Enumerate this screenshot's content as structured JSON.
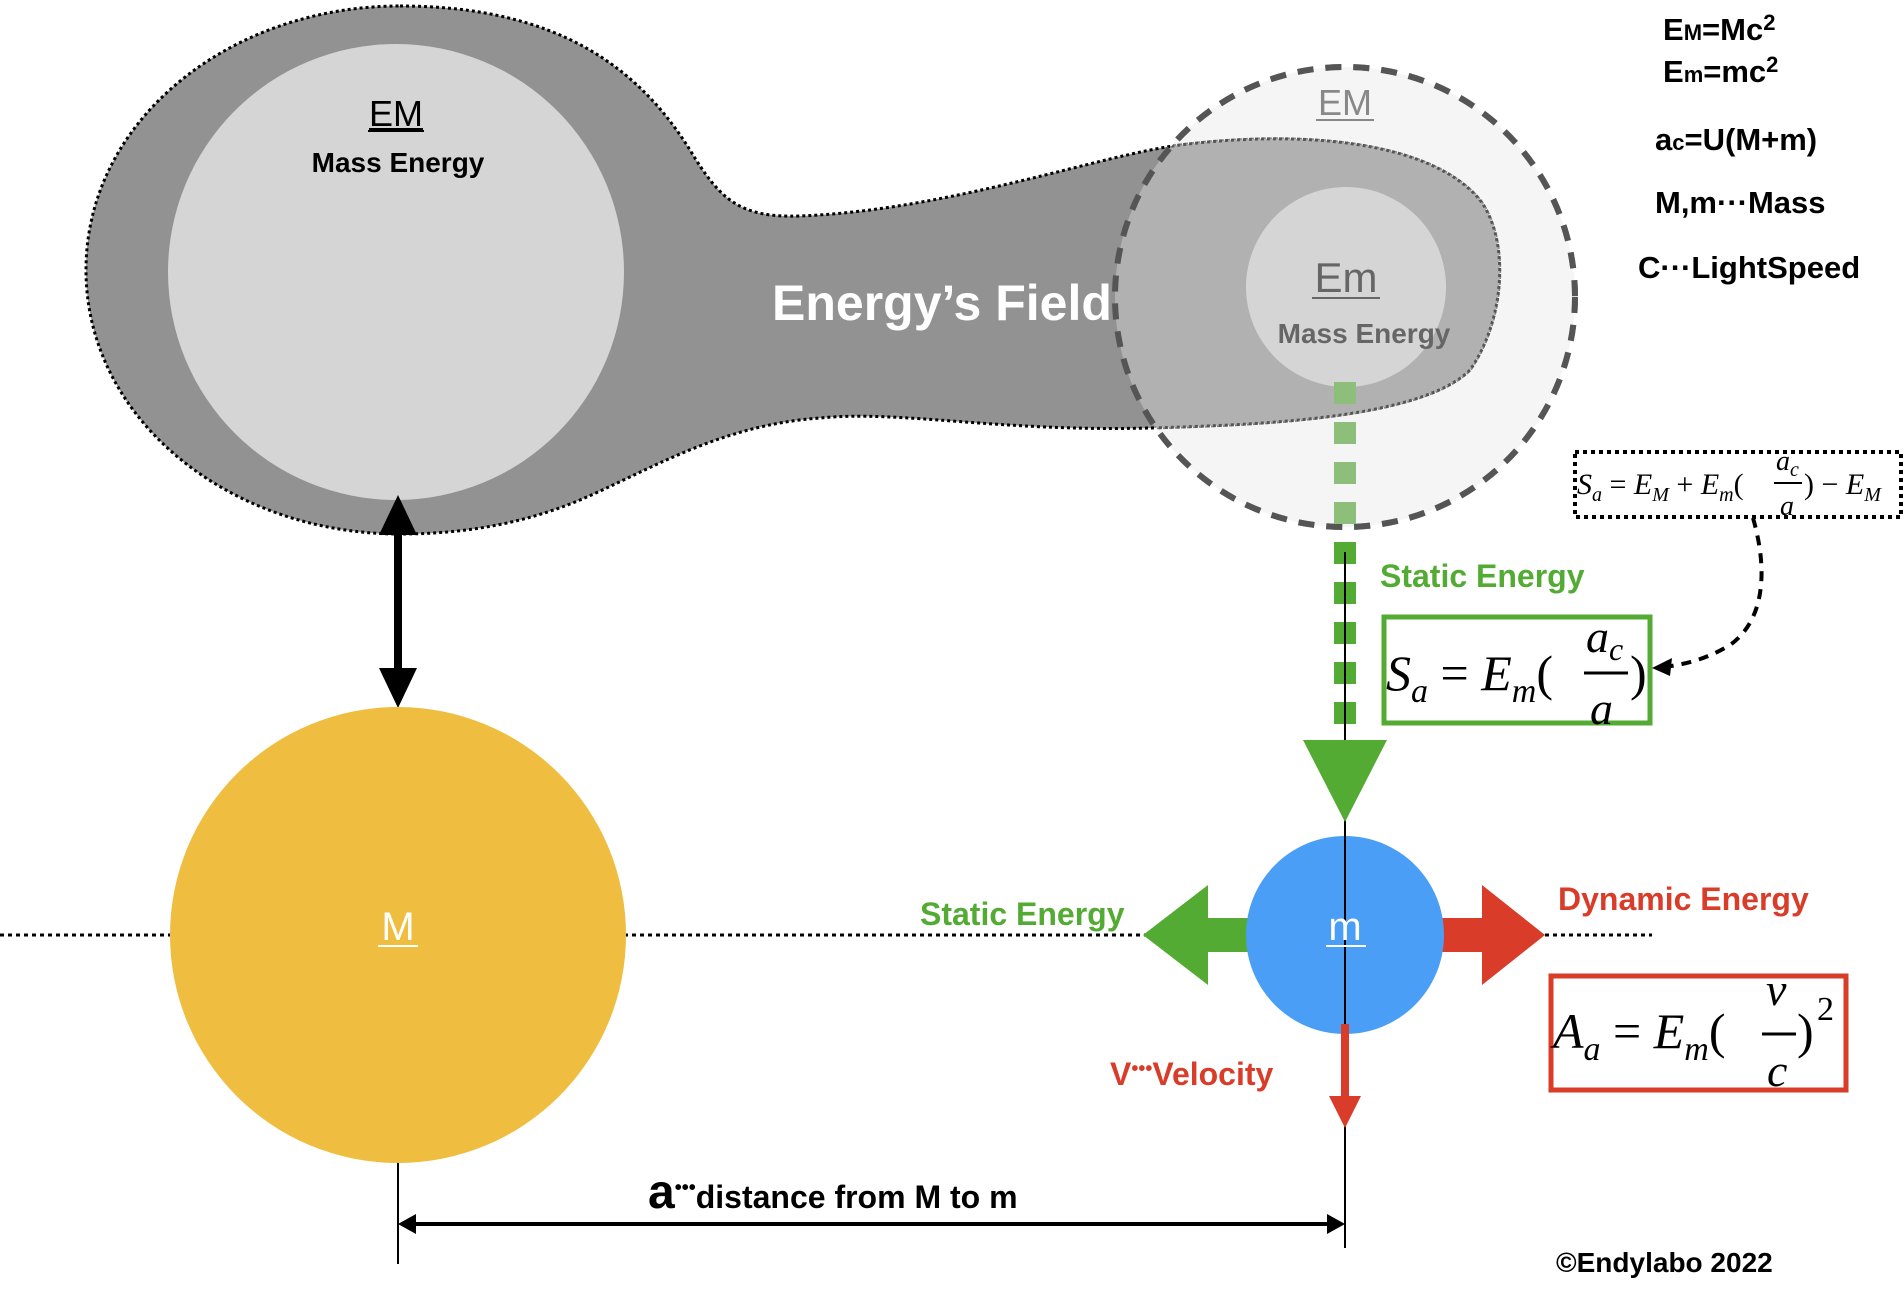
{
  "colors": {
    "field_fill": "#929292",
    "field_overlap_fill": "#b1b1b1",
    "mass_energy_fill": "#d5d5d5",
    "ghost_circle_fill": "#ececec",
    "ghost_circle_stroke": "#888888",
    "big_mass": "#efbe40",
    "small_mass": "#4a9ef5",
    "static_green": "#53ab33",
    "static_green_light": "#8dbf7b",
    "dynamic_red": "#d93c28",
    "black": "#000000",
    "gray_text": "#666666",
    "white": "#ffffff"
  },
  "field": {
    "label": "Energy’s Field",
    "left_body": {
      "symbol": "EM",
      "caption": "Mass Energy"
    },
    "ghost_body": {
      "symbol": "EM"
    },
    "right_body": {
      "symbol": "Em",
      "caption": "Mass Energy"
    }
  },
  "bodies": {
    "big": {
      "label": "M"
    },
    "small": {
      "label": "m"
    }
  },
  "labels": {
    "static_energy_vertical": "Static Energy",
    "static_energy_horizontal": "Static Energy",
    "dynamic_energy": "Dynamic Energy",
    "velocity": {
      "symbol": "V",
      "dots": "•••",
      "text": "Velocity"
    },
    "distance": {
      "symbol": "a",
      "dots": "•••",
      "text": "distance from M to m"
    },
    "copyright": "©Endylabo 2022"
  },
  "legend": [
    {
      "main": "E",
      "sub": "M",
      "rest": "=Mc",
      "sup": "2"
    },
    {
      "main": "E",
      "sub": "m",
      "rest": "=mc",
      "sup": "2"
    },
    {
      "main": "a",
      "sub": "c",
      "rest": "=U(M+m)",
      "sup": ""
    },
    {
      "main": "M,m···Mass",
      "sub": "",
      "rest": "",
      "sup": ""
    },
    {
      "main": "C···LightSpeed",
      "sub": "",
      "rest": "",
      "sup": ""
    }
  ],
  "formulas": {
    "full_static": {
      "lhs": "S",
      "lhs_sub": "a",
      "eq": " = ",
      "t1": "E",
      "t1_sub": "M",
      "plus": " + ",
      "t2": "E",
      "t2_sub": "m",
      "frac_num": "a",
      "frac_num_sub": "c",
      "frac_den": "a",
      "minus": " − ",
      "t3": "E",
      "t3_sub": "M"
    },
    "static": {
      "lhs": "S",
      "lhs_sub": "a",
      "eq": " = ",
      "t": "E",
      "t_sub": "m",
      "frac_num": "a",
      "frac_num_sub": "c",
      "frac_den": "a"
    },
    "dynamic": {
      "lhs": "A",
      "lhs_sub": "a",
      "eq": " = ",
      "t": "E",
      "t_sub": "m",
      "frac_num": "v",
      "frac_den": "c",
      "power": "2"
    }
  }
}
